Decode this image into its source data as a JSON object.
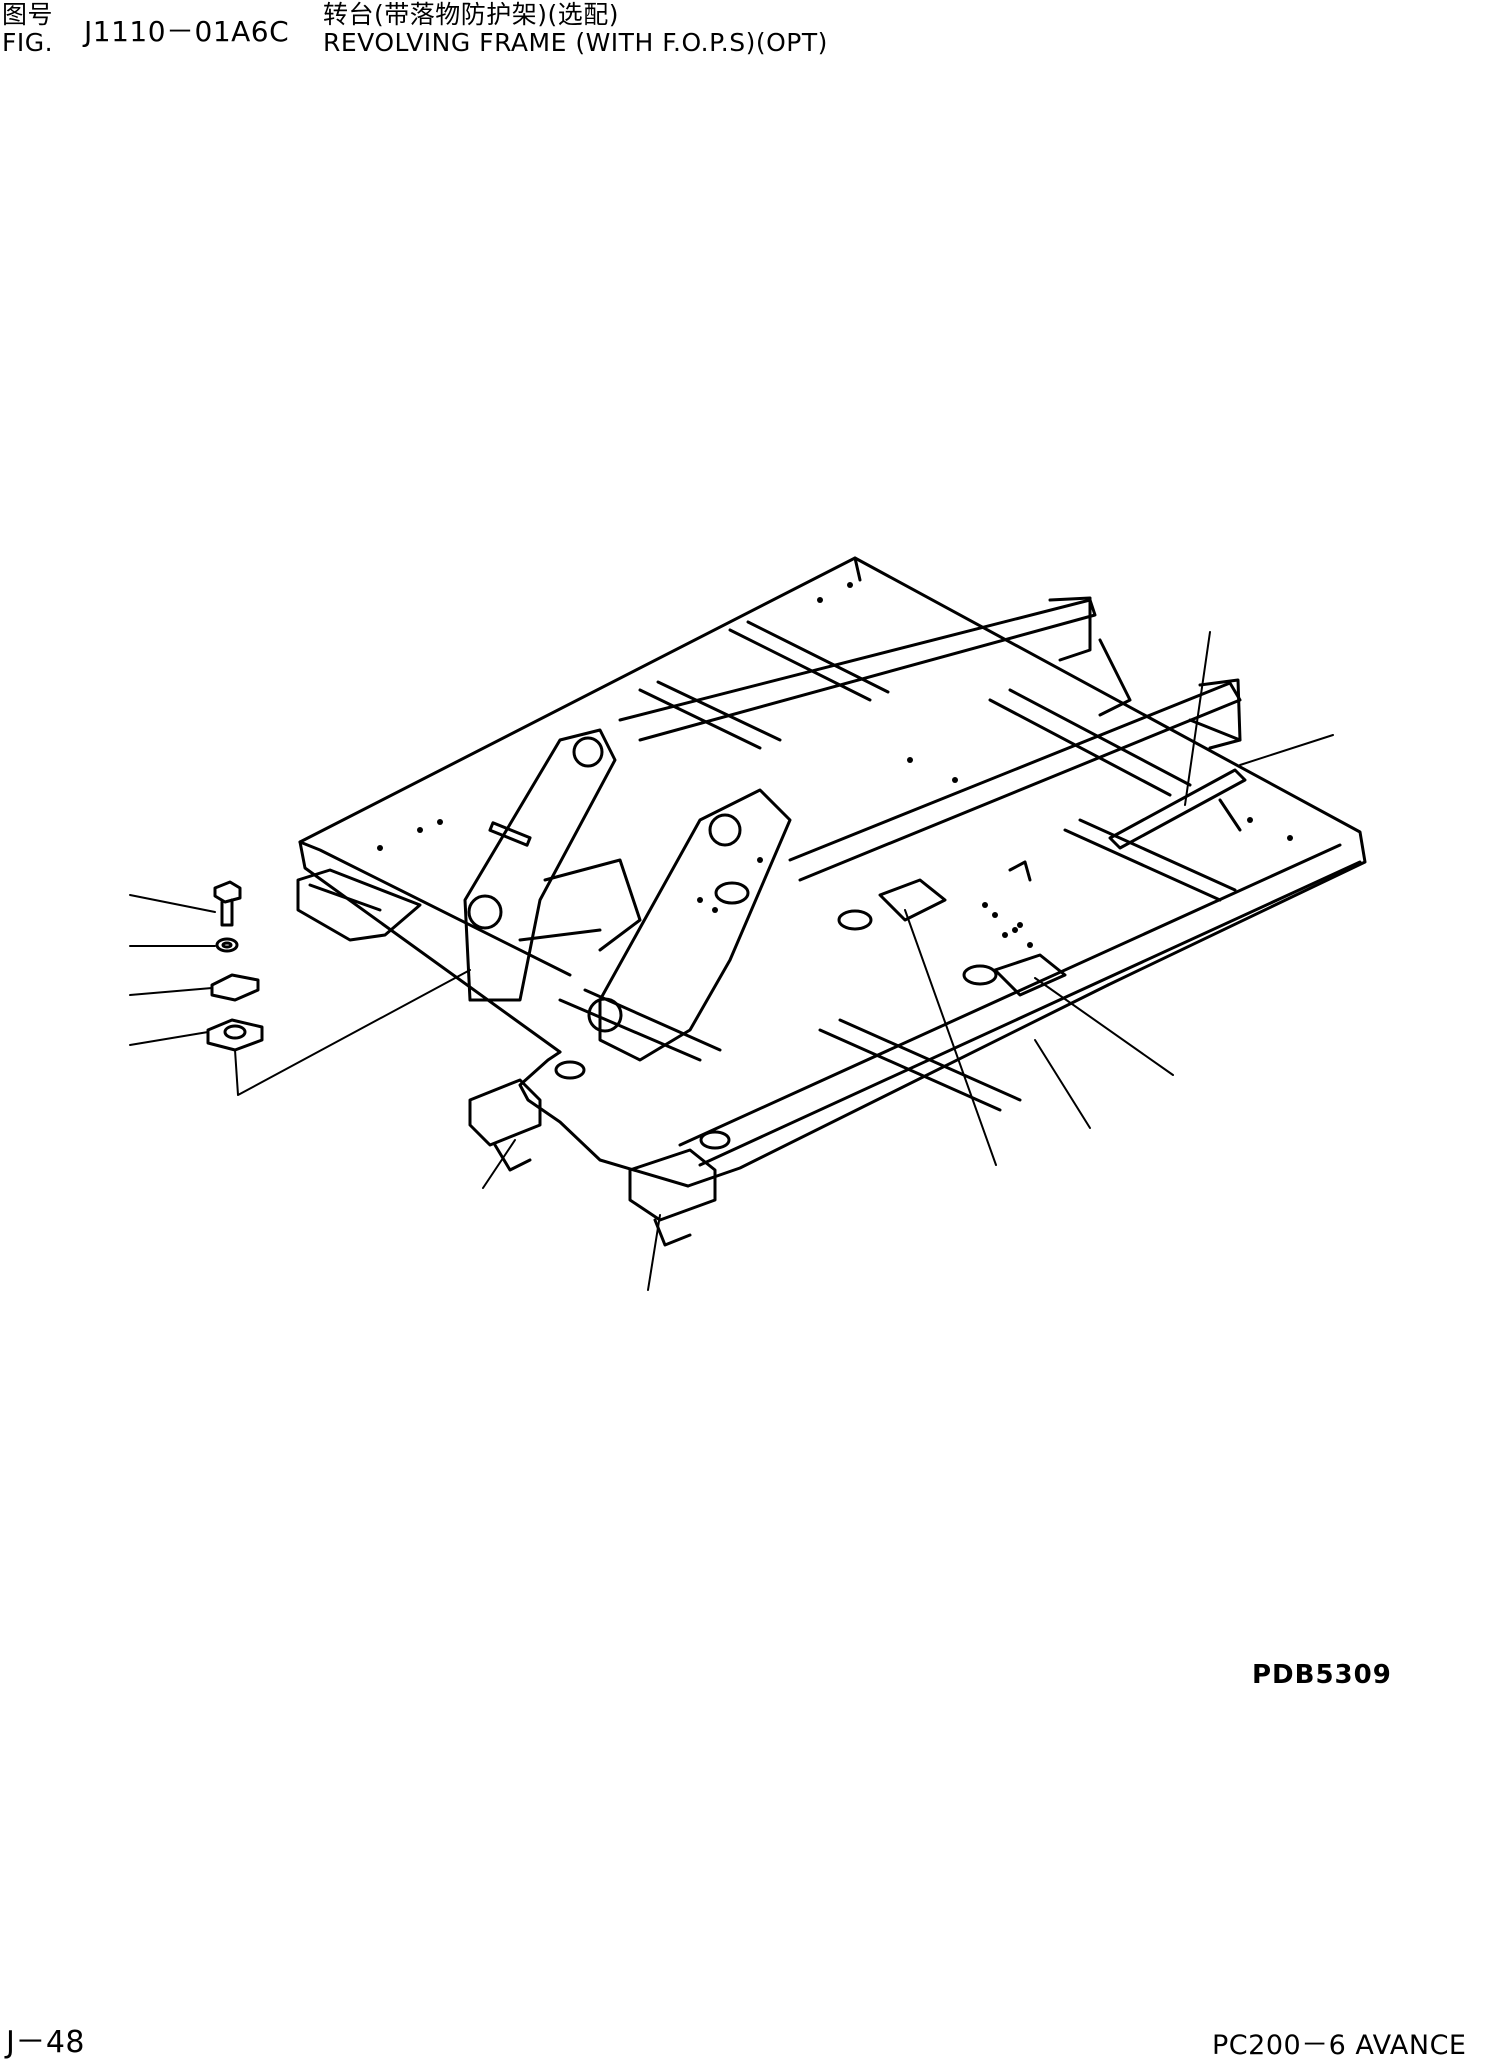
{
  "header": {
    "fig_label_cn": "图号",
    "fig_label_en": "FIG.",
    "fig_number": "J1110－01A6C",
    "title_cn": "转台(带落物防护架)(选配)",
    "title_en": "REVOLVING FRAME (WITH F.O.P.S)(OPT)"
  },
  "drawing_code": "PDB5309",
  "footer": {
    "page": "J－48",
    "model": "PC200－6 AVANCE"
  }
}
